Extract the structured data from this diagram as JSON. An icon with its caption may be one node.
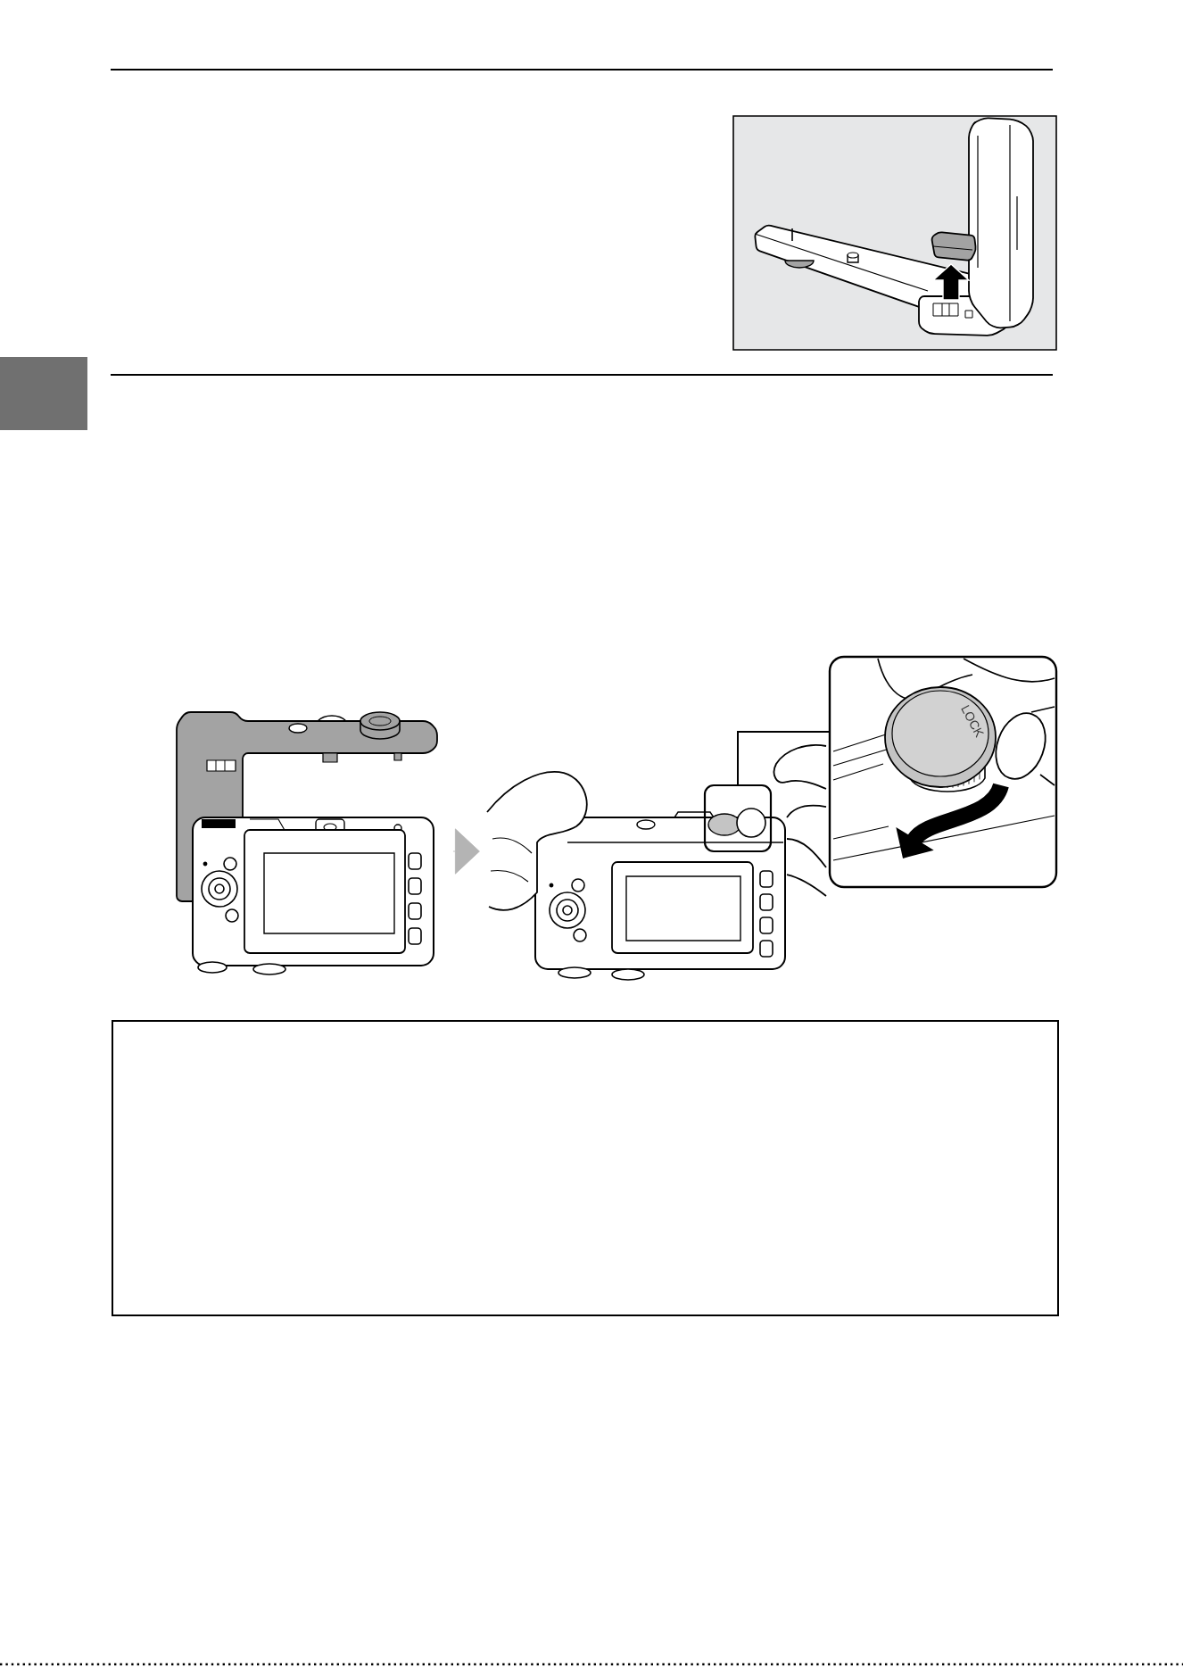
{
  "diagram": {
    "nodes": [
      {
        "text": [],
        "shape": "picture"
      },
      {
        "text": [],
        "shape": "picture"
      },
      {
        "text": [],
        "shape": "box",
        "in": 1
      },
      {
        "text": [],
        "shape": "picture"
      }
    ],
    "edges": [
      {
        "from": 0,
        "to": 1,
        "arrow": "to",
        "color": "#b4b4b4"
      },
      {
        "from": 2,
        "to": 3,
        "arrow": "none",
        "color": "#000000"
      }
    ],
    "labels": [
      "LOCK"
    ]
  }
}
